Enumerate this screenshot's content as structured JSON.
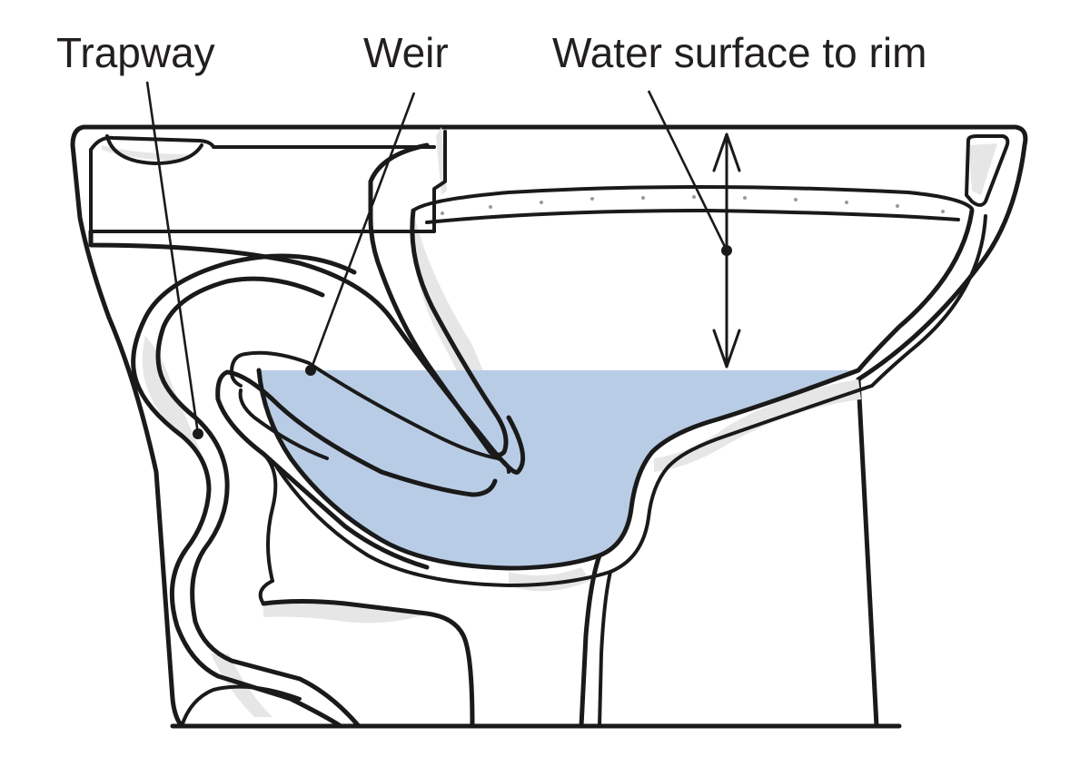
{
  "labels": {
    "trapway": "Trapway",
    "weir": "Weir",
    "water_surface_to_rim": "Water surface to rim"
  },
  "colors": {
    "water": "#b9cce5",
    "outline": "#1a1a1a",
    "shadow": "#e6e6e6",
    "background": "#ffffff"
  }
}
